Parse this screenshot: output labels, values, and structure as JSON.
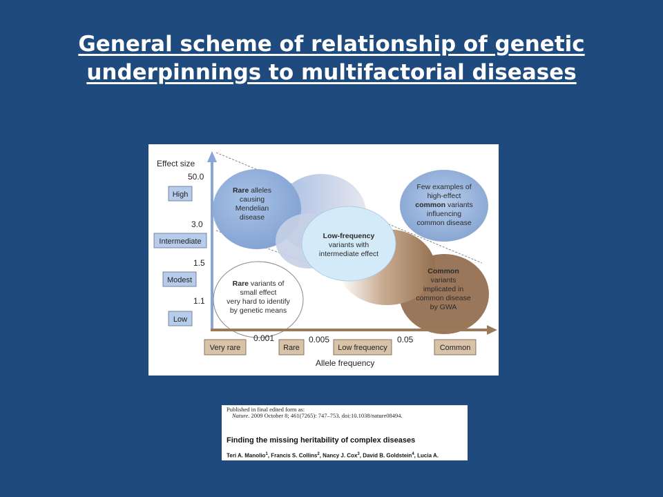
{
  "slide": {
    "title_line1": "General scheme of relationship of genetic",
    "title_line2": "underpinnings to multifactorial diseases"
  },
  "diagram": {
    "y_axis_title": "Effect size",
    "x_axis_title": "Allele frequency",
    "y_ticks": [
      "50.0",
      "3.0",
      "1.5",
      "1.1"
    ],
    "y_categories": [
      "High",
      "Intermediate",
      "Modest",
      "Low"
    ],
    "x_ticks": [
      "0.001",
      "0.005",
      "0.05"
    ],
    "x_categories": [
      "Very rare",
      "Rare",
      "Low frequency",
      "Common"
    ],
    "regions": {
      "rare_mendelian": {
        "bold": "Rare",
        "rest": " alleles",
        "lines": [
          "causing",
          "Mendelian",
          "disease"
        ]
      },
      "low_frequency": {
        "bold": "Low-frequency",
        "lines": [
          "variants with",
          "intermediate effect"
        ]
      },
      "common_gwa": {
        "bold": "Common",
        "lines": [
          "variants",
          "implicated in",
          "common disease",
          "by GWA"
        ]
      },
      "few_common": {
        "line1": "Few examples of",
        "line2": "high-effect",
        "bold": "common",
        "rest": " variants",
        "lines": [
          "influencing",
          "common disease"
        ]
      },
      "rare_small": {
        "bold": "Rare",
        "rest": " variants of",
        "lines": [
          "small effect",
          "very hard to identify",
          "by genetic means"
        ]
      }
    },
    "colors": {
      "blue_fill": "#8fb0dc",
      "light_blue_fill": "#d7ecf8",
      "brown_fill": "#a07e60",
      "axis_blue": "#8aa6d6",
      "y_box": "#b7cbea",
      "x_box": "#d9c3a8"
    }
  },
  "citation": {
    "line1": "Published in final edited form as:",
    "journal": "Nature",
    "details": ". 2009 October 8; 461(7265): 747–753. doi:10.1038/nature08494.",
    "title": "Finding the missing heritability of complex diseases",
    "authors": [
      {
        "name": "Teri A. Manolio",
        "sup": "1"
      },
      {
        "name": ", Francis S. Collins",
        "sup": "2"
      },
      {
        "name": ", Nancy J. Cox",
        "sup": "3"
      },
      {
        "name": ", David B. Goldstein",
        "sup": "4"
      },
      {
        "name": ", Lucia A.",
        "sup": ""
      }
    ]
  }
}
